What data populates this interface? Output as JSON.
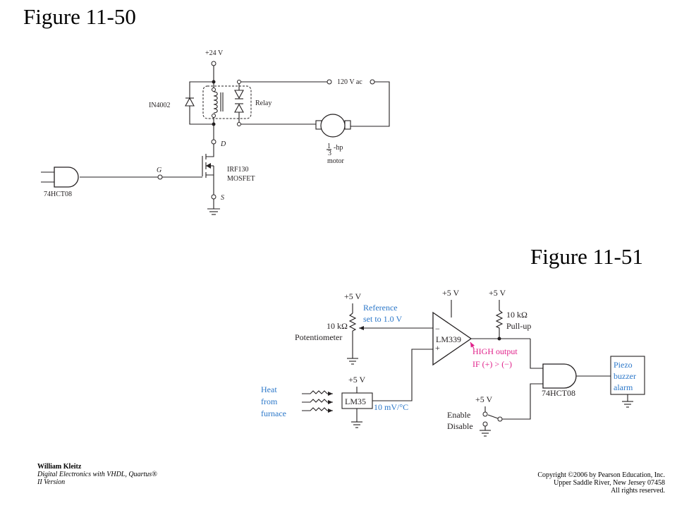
{
  "figures": [
    {
      "title": "Figure 11-50",
      "labels": {
        "supply": "+24 V",
        "ac": "120 V ac",
        "diode": "IN4002",
        "relay": "Relay",
        "drain": "D",
        "gate": "G",
        "source": "S",
        "mosfet1": "IRF130",
        "mosfet2": "MOSFET",
        "gate_ic": "74HCT08",
        "hp_num": "1",
        "hp_den": "3",
        "hp_unit": "-hp",
        "motor": "motor"
      }
    },
    {
      "title": "Figure 11-51",
      "labels": {
        "pot_supply": "+5 V",
        "comp_supply": "+5 V",
        "pullup_supply": "+5 V",
        "sensor_supply": "+5 V",
        "switch_supply": "+5 V",
        "ref1": "Reference",
        "ref2": "set to 1.0 V",
        "pot_value": "10 kΩ",
        "pot_name": "Potentiometer",
        "comparator": "LM339",
        "minus": "−",
        "plus": "+",
        "r_value": "10 kΩ",
        "r_name": "Pull-up",
        "high1": "HIGH output",
        "high2": "IF (+) > (−)",
        "piezo1": "Piezo",
        "piezo2": "buzzer",
        "piezo3": "alarm",
        "and_gate": "74HCT08",
        "heat1": "Heat",
        "heat2": "from",
        "heat3": "furnace",
        "sensor": "LM35",
        "scale": "10 mV/°C",
        "enable": "Enable",
        "disable": "Disable"
      }
    }
  ],
  "footer": {
    "author": "William Kleitz",
    "book1": "Digital Electronics with VHDL, Quartus® ",
    "book2": "II Version",
    "copy1": "Copyright ©2006 by Pearson Education, Inc.",
    "copy2": "Upper Saddle River, New Jersey 07458",
    "copy3": "All rights reserved."
  },
  "colors": {
    "annotation_blue": "#2b77c9",
    "annotation_magenta": "#e0218a",
    "ink": "#231f20"
  }
}
